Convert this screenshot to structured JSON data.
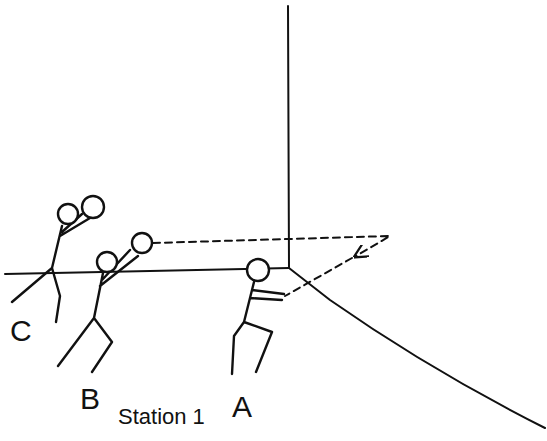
{
  "diagram": {
    "labels": [
      "C",
      "B",
      "Station 1",
      "A"
    ]
  }
}
